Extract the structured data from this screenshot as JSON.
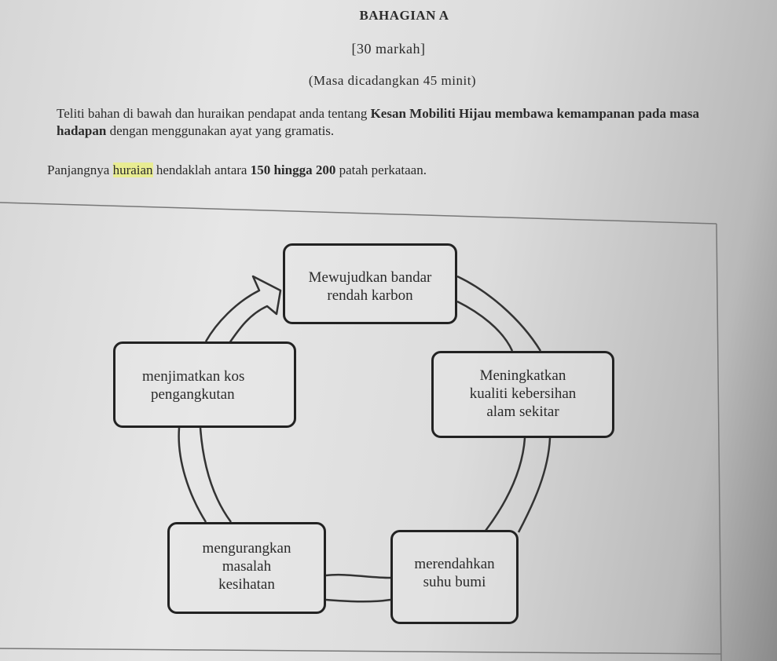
{
  "header": {
    "section": "BAHAGIAN A",
    "marks": "[30 markah]",
    "time": "(Masa dicadangkan 45 minit)"
  },
  "instruction": {
    "line1_a": "Teliti bahan di bawah dan huraikan pendapat anda tentang ",
    "line1_bold": "Kesan Mobiliti Hijau membawa kemampanan pada masa hadapan",
    "line1_b": " dengan menggunakan ayat yang gramatis.",
    "line2_a": "Panjangnya ",
    "line2_highlight": "huraian",
    "line2_b": " hendaklah antara ",
    "line2_bold": "150 hingga 200",
    "line2_c": " patah perkataan."
  },
  "diagram": {
    "nodes": [
      {
        "lines": [
          "Mewujudkan bandar",
          "rendah karbon"
        ]
      },
      {
        "lines": [
          "Meningkatkan",
          "kualiti kebersihan",
          "alam sekitar"
        ]
      },
      {
        "lines": [
          "merendahkan",
          "suhu bumi"
        ]
      },
      {
        "lines": [
          "mengurangkan",
          "masalah",
          "kesihatan"
        ]
      },
      {
        "lines": [
          "menjimatkan kos",
          "pengangkutan"
        ]
      }
    ]
  },
  "colors": {
    "highlight": "#ebf078",
    "ink": "#2b2b2b"
  }
}
